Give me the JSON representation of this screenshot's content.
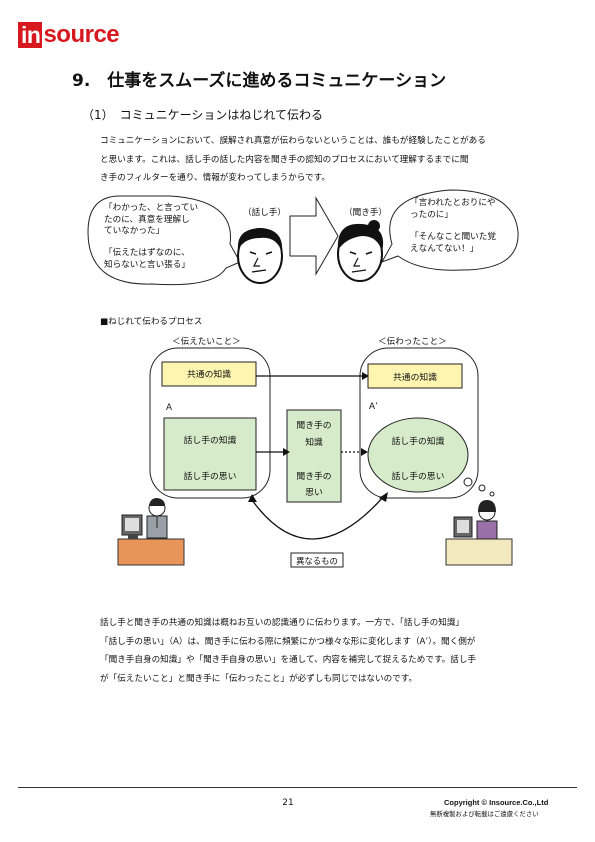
{
  "logo": {
    "in": "in",
    "rest": "source"
  },
  "title": "9.　仕事をスムーズに進めるコミュニケーション",
  "subtitle": "（1）　コミュニケーションはねじれて伝わる",
  "intro": [
    "コミュニケーションにおいて、誤解され真意が伝わらないということは、誰もが経験したことがある",
    "と思います。これは、話し手の話した内容を聞き手の認知のプロセスにおいて理解するまでに聞",
    "き手のフィルターを通り、情報が変わってしまうからです。"
  ],
  "left_bubble": {
    "quote1": [
      "「わかった、と言ってい",
      "たのに、真意を理解し",
      "ていなかった」"
    ],
    "quote2": [
      "「伝えたはずなのに、",
      "知らないと言い張る」"
    ]
  },
  "right_bubble": {
    "quote1": [
      "「言われたとおりにや",
      "ったのに」"
    ],
    "quote2": [
      "「そんなこと聞いた覚",
      "えなんてない！」"
    ]
  },
  "speaker_label": "（話し手）",
  "listener_label": "（聞き手）",
  "diagram": {
    "caption": "■ねじれて伝わるプロセス",
    "left_label": "＜伝えたいこと＞",
    "right_label": "＜伝わったこと＞",
    "common_left": "共通の知識",
    "common_right": "共通の知識",
    "a_label": "A",
    "a2_label": "A’",
    "speaker_knowledge": "話し手の知識",
    "speaker_thought": "話し手の思い",
    "listener_knowledge": [
      "聞き手の",
      "知識"
    ],
    "listener_thought": [
      "聞き手の",
      "思い"
    ],
    "right_knowledge": "話し手の知識",
    "right_thought": "話し手の思い",
    "different": "異なるもの"
  },
  "conclusion": [
    "話し手と聞き手の共通の知識は概ねお互いの認識通りに伝わります。一方で、「話し手の知識」",
    "「話し手の思い」（A）は、聞き手に伝わる際に頻繁にかつ様々な形に変化します（A’）。聞く側が",
    "「聞き手自身の知識」や「聞き手自身の思い」を通して、内容を補完して捉えるためです。話し手",
    "が「伝えたいこと」と聞き手に「伝わったこと」が必ずしも同じではないのです。"
  ],
  "footer": {
    "page": "21",
    "copyright": "Copyright © Insource.Co.,Ltd",
    "notice": "無断複製および転載はご遠慮ください"
  },
  "colors": {
    "brand": "#d7191f",
    "yellow_box": "#fdf5b0",
    "green_box": "#d6ebc9",
    "desk": "#e8955a"
  }
}
